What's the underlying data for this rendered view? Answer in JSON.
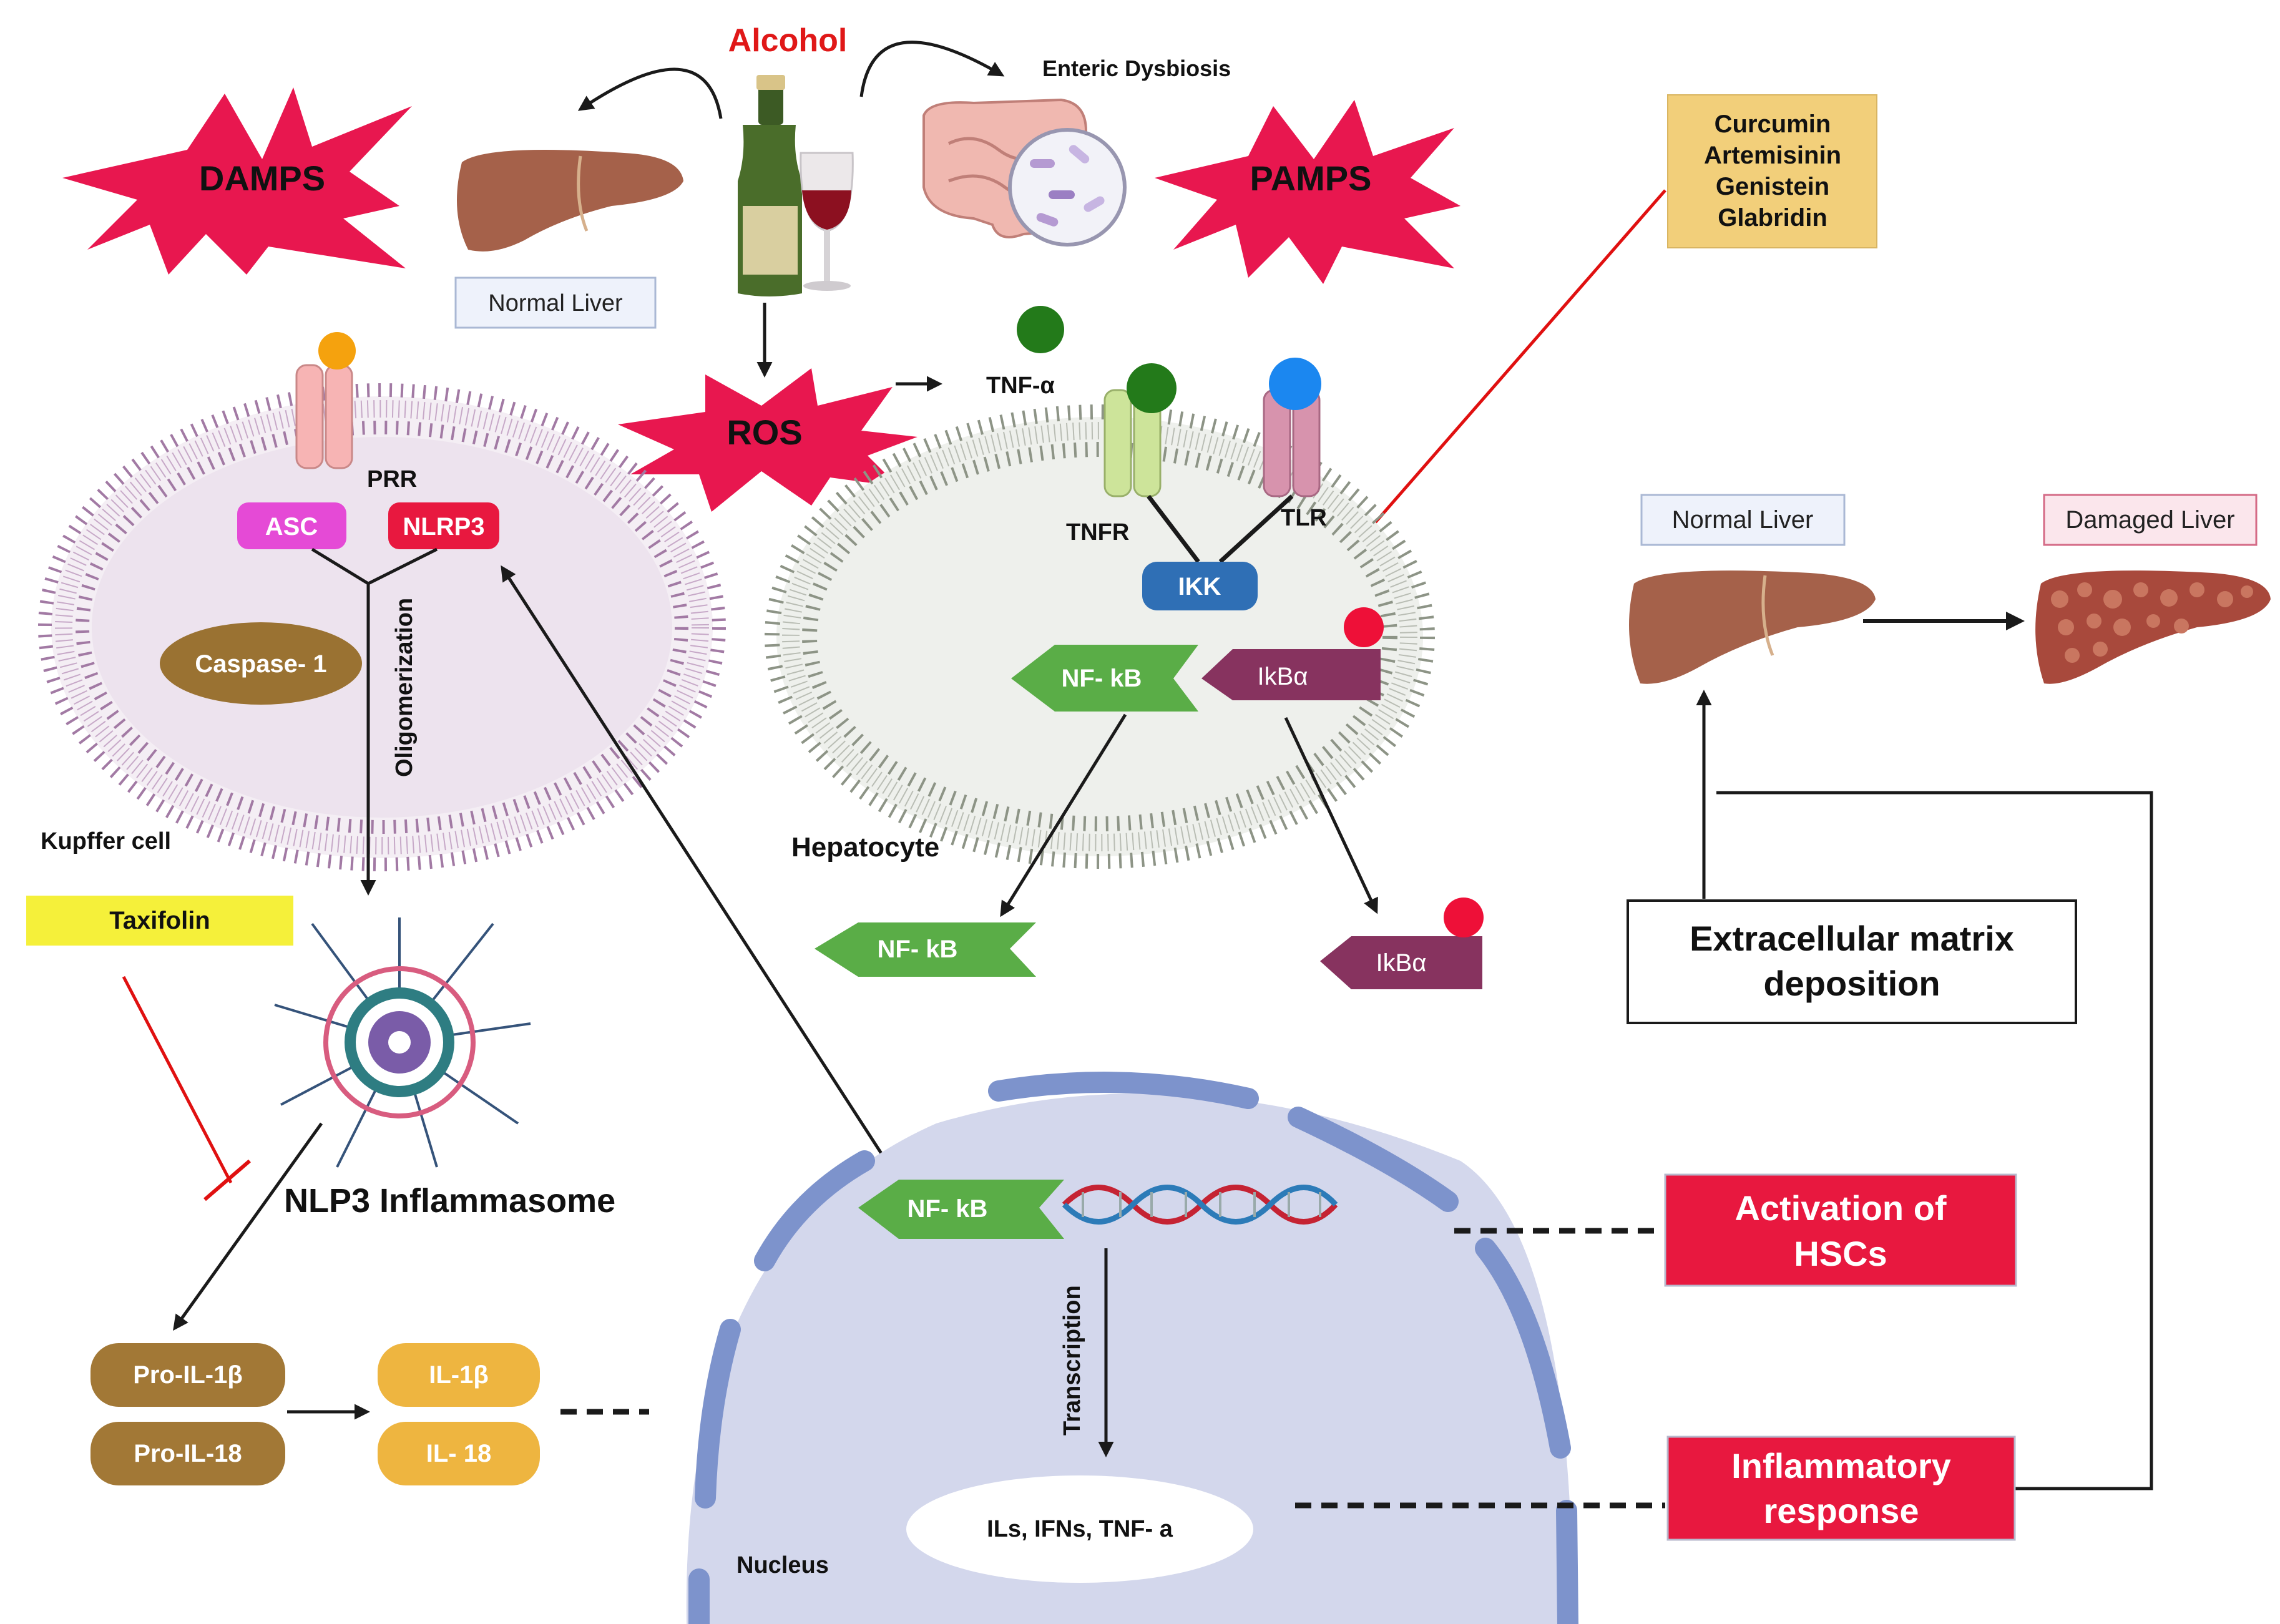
{
  "top": {
    "alcohol": "Alcohol",
    "enteric_dysbiosis": "Enteric  Dysbiosis",
    "damps": "DAMPS",
    "pamps": "PAMPS",
    "normal_liver_top": "Normal Liver",
    "ros": "ROS",
    "tnf_alpha": "TNF-α"
  },
  "inhibitors": {
    "compounds": [
      "Curcumin",
      "Artemisinin",
      "Genistein",
      "Glabridin"
    ],
    "taxifolin": "Taxifolin"
  },
  "kupffer": {
    "prr": "PRR",
    "asc": "ASC",
    "nlrp3": "NLRP3",
    "caspase": "Caspase- 1",
    "oligomerization": "Oligomerization",
    "cell_label": "Kupffer cell",
    "inflammasome": "NLP3 Inflammasome"
  },
  "hepatocyte": {
    "tnfr": "TNFR",
    "tlr": "TLR",
    "ikk": "IKK",
    "nfkb": "NF- kB",
    "ikba": "IkBα",
    "cell_label": "Hepatocyte",
    "nfkb_released": "NF- kB",
    "ikba_released": "IkBα"
  },
  "liver_progression": {
    "normal": "Normal Liver",
    "damaged": "Damaged Liver",
    "ecm": "Extracellular matrix deposition"
  },
  "cytokines": {
    "pro_il1b": "Pro-IL-1β",
    "pro_il18": "Pro-IL-18",
    "il1b": "IL-1β",
    "il18": "IL- 18"
  },
  "nucleus": {
    "nfkb": "NF- kB",
    "transcription": "Transcription",
    "products": "ILs, IFNs, TNF- a",
    "label": "Nucleus"
  },
  "outcomes": {
    "hsc": [
      "Activation of",
      "HSCs"
    ],
    "inflammatory": [
      "Inflammatory",
      "response"
    ]
  },
  "colors": {
    "star_red": "#e8174f",
    "inhibitor_red": "#e01010",
    "nfkb_green": "#5aad47",
    "ikba_purple": "#87335f",
    "ikk_blue": "#2f6fb5",
    "liver_brown": "#a5614a",
    "cytokine_brown": "#a27836",
    "cytokine_gold": "#eeb540",
    "outcome_red": "#e8183f",
    "taxifolin_yellow": "#f5f03a",
    "compound_box": "#f2cf7a",
    "kupffer_membrane": "#a27aa4",
    "hepatocyte_membrane": "#8d9486",
    "nucleus_fill": "#d3d7ec",
    "nucleus_envelope": "#7d93cc"
  }
}
